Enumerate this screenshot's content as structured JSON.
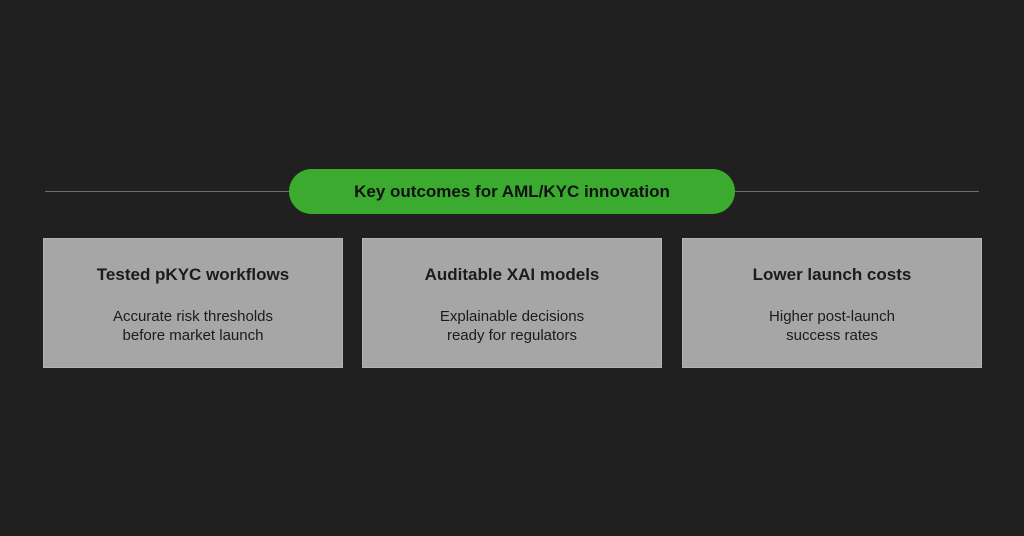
{
  "banner": {
    "title": "Key outcomes for AML/KYC innovation"
  },
  "cards": [
    {
      "title": "Tested pKYC workflows",
      "lines": [
        "Accurate risk thresholds",
        "before market launch"
      ]
    },
    {
      "title": "Auditable XAI models",
      "lines": [
        "Explainable decisions",
        "ready for regulators"
      ]
    },
    {
      "title": "Lower launch costs",
      "lines": [
        "Higher post-launch",
        "success rates"
      ]
    }
  ],
  "colors": {
    "background": "#202020",
    "accent": "#3aab2e",
    "card": "#a6a6a6",
    "rule": "#6e6e6e"
  }
}
